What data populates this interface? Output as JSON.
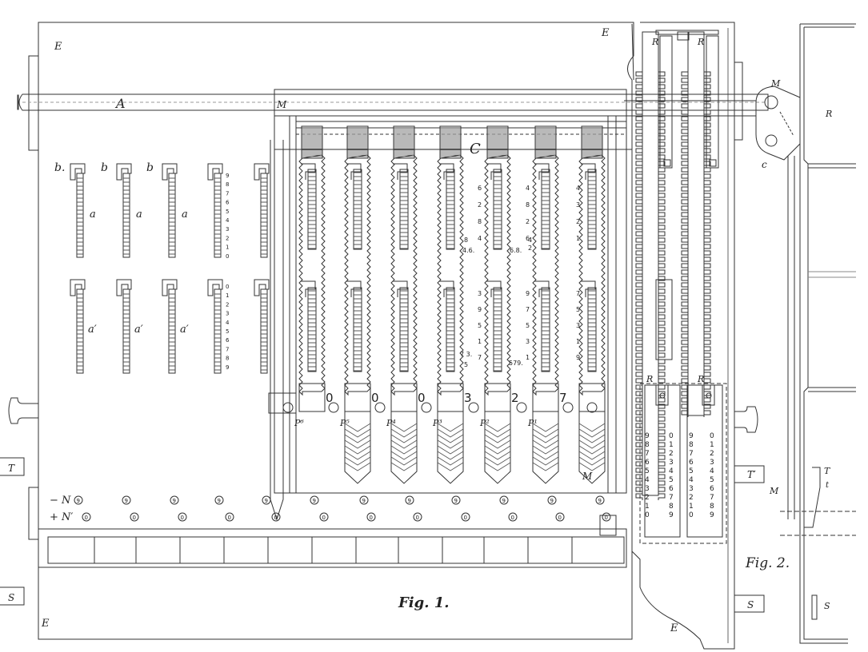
{
  "labels": {
    "E_top_left": "E",
    "E_top_right": "E",
    "E_bottom_left": "E",
    "E_bottom_right": "E",
    "A": "A",
    "M_top": "M",
    "M_bottom": "M",
    "C": "C",
    "N": "− N",
    "N_prime": "+ N′",
    "T_left": "T",
    "S_left": "S",
    "T_right": "T′",
    "S_right": "S",
    "fig1": "Fig. 1.",
    "fig2": "Fig. 2.",
    "R_top_a": "R",
    "R_top_b": "R",
    "R_mid_a": "R",
    "R_mid_b": "R",
    "fig2_M": "M",
    "fig2_R": "R",
    "fig2_c": "c",
    "fig2_M2": "M",
    "fig2_T": "T",
    "fig2_t": "t",
    "fig2_S": "S"
  },
  "loose_rods": {
    "top_letters_b": [
      "b.",
      "b",
      "b"
    ],
    "top_letters_a": [
      "a",
      "a",
      "a"
    ],
    "bottom_letters": [
      "a′",
      "a′",
      "a′"
    ],
    "scale_desc": [
      "9",
      "8",
      "7",
      "6",
      "5",
      "4",
      "3",
      "2",
      "1",
      "0"
    ],
    "scale_asc": [
      "0",
      "1",
      "2",
      "3",
      "4",
      "5",
      "6",
      "7",
      "8",
      "9"
    ]
  },
  "result_digits": [
    "0",
    "0",
    "0",
    "3",
    "2",
    "7"
  ],
  "slide_labels": [
    "P⁶",
    "P⁵",
    "P⁴",
    "P³",
    "P²",
    "P¹"
  ],
  "annotations": {
    "p_cols": [
      [
        "6",
        "2",
        "8",
        "4"
      ],
      [
        "4",
        "8",
        "2",
        "6"
      ],
      [
        "4",
        "3",
        "2",
        "1"
      ]
    ],
    "p_mid": [
      "8",
      "4.6.",
      "6.8.",
      "4",
      "2"
    ],
    "p_lower_cols": [
      [
        "3",
        "9",
        "5",
        "1",
        "7"
      ],
      [
        "9",
        "7",
        "5",
        "3",
        "1"
      ],
      [
        "7",
        "5",
        "3",
        "1",
        "9"
      ]
    ],
    "p_mid_lower": [
      "7 3.",
      "5",
      "579."
    ]
  },
  "dials": {
    "row_N": [
      "9",
      "9",
      "9",
      "9",
      "9",
      "9",
      "9",
      "9",
      "9",
      "9",
      "9",
      "9"
    ],
    "row_N_prime": [
      "0",
      "0",
      "0",
      "0",
      "0",
      "0",
      "0",
      "0",
      "0",
      "0",
      "0",
      "0"
    ]
  },
  "register_columns": [
    [
      "9",
      "8",
      "7",
      "6",
      "5",
      "4",
      "3",
      "2",
      "1",
      "0"
    ],
    [
      "0",
      "1",
      "2",
      "3",
      "4",
      "5",
      "6",
      "7",
      "8",
      "9"
    ],
    [
      "9",
      "8",
      "7",
      "6",
      "5",
      "4",
      "3",
      "2",
      "1",
      "0"
    ],
    [
      "0",
      "1",
      "2",
      "3",
      "4",
      "5",
      "6",
      "7",
      "8",
      "9"
    ]
  ]
}
